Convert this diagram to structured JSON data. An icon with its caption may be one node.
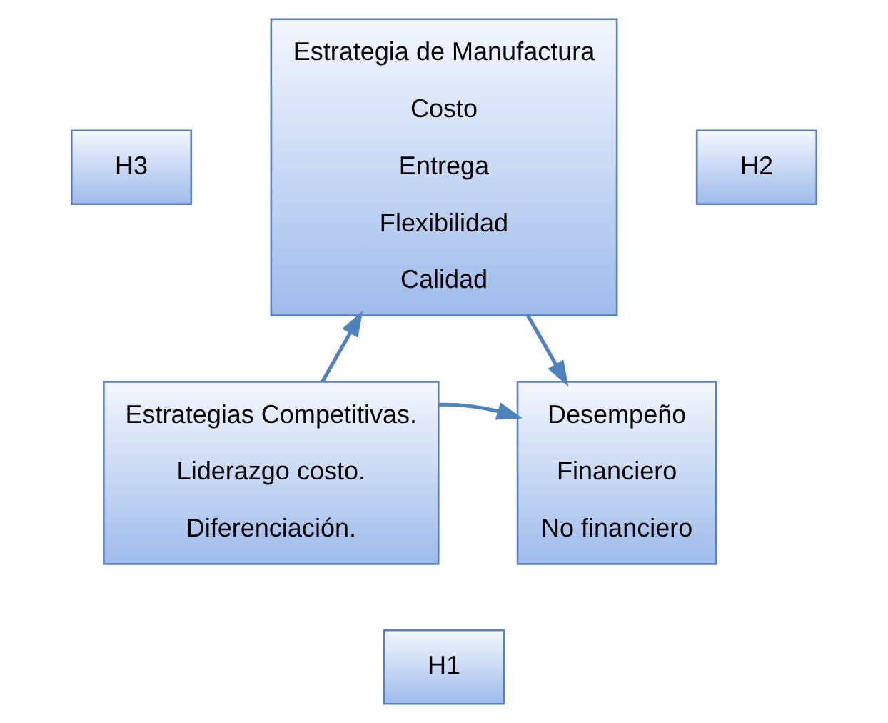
{
  "diagram": {
    "nodes": [
      {
        "text": [
          "Estrategia de Manufactura",
          "Costo",
          "Entrega",
          "Flexibilidad",
          "Calidad"
        ]
      },
      {
        "text": [
          "H3"
        ]
      },
      {
        "text": [
          "H2"
        ]
      },
      {
        "text": [
          "Estrategias Competitivas.",
          "Liderazgo costo.",
          "Diferenciación."
        ]
      },
      {
        "text": [
          "Desempeño",
          "Financiero",
          "No financiero"
        ]
      },
      {
        "text": [
          "H1"
        ]
      }
    ],
    "edges": [
      {
        "from": 3,
        "to": 0,
        "arrow": "to"
      },
      {
        "from": 0,
        "to": 4,
        "arrow": "to"
      },
      {
        "from": 3,
        "to": 4,
        "arrow": "to"
      }
    ]
  }
}
